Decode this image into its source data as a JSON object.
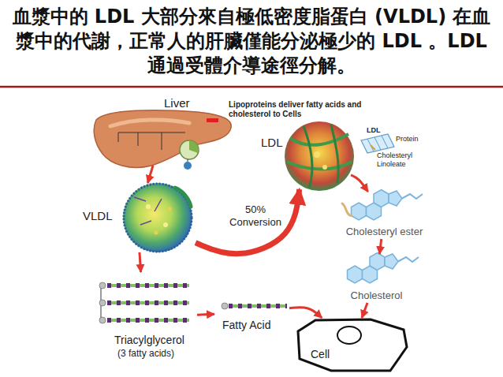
{
  "diagram": {
    "title": "血漿中的 LDL 大部分來自極低密度脂蛋白 (VLDL) 在血漿中的代謝，正常人的肝臟僅能分泌極少的 LDL 。LDL 通過受體介導途徑分解。",
    "nodes": [
      {
        "text": [
          "Liver"
        ]
      },
      {
        "text": [
          "LDL"
        ]
      },
      {
        "text": [
          "VLDL"
        ]
      },
      {
        "text": [
          "Cholesteryl ester"
        ]
      },
      {
        "text": [
          "Cholesterol"
        ]
      },
      {
        "text": [
          "Triacylglycerol",
          "(3 fatty acids)"
        ]
      },
      {
        "text": [
          "Fatty Acid"
        ]
      },
      {
        "text": [
          "Cell"
        ]
      }
    ],
    "edges": [
      {
        "from": 0,
        "to": 2,
        "arrow": "to"
      },
      {
        "from": 2,
        "to": 1,
        "arrow": "to",
        "label": "50% Conversion"
      },
      {
        "from": 2,
        "to": 5,
        "arrow": "to"
      },
      {
        "from": 5,
        "to": 6,
        "arrow": "to"
      },
      {
        "from": 6,
        "to": 7,
        "arrow": "to"
      },
      {
        "from": 1,
        "to": 3,
        "arrow": "to"
      },
      {
        "from": 3,
        "to": 4,
        "arrow": "to"
      },
      {
        "from": 4,
        "to": 7,
        "arrow": "to"
      }
    ],
    "labels": [
      "Lipoproteins deliver fatty acids and cholesterol to Cells",
      "LDL",
      "Protein",
      "Cholesteryl Linoleate"
    ]
  }
}
